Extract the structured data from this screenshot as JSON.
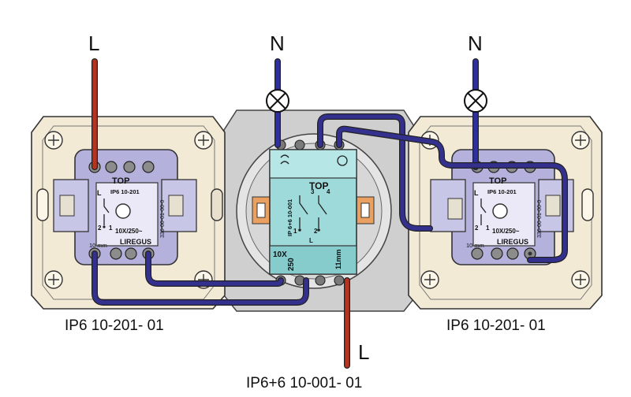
{
  "labels": {
    "line_left": "L",
    "neutral_left": "N",
    "neutral_right": "N",
    "line_bottom": "L"
  },
  "captions": {
    "left_switch": "IP6 10-201- 01",
    "right_switch": "IP6 10-201- 01",
    "center_switch": "IP6+6 10-001- 01"
  },
  "left_switch": {
    "brand": "LIREGUS",
    "model": "IP6 10-201",
    "rating": "10X/250~",
    "top_mark": "TOP",
    "l_mark": "L",
    "term_left": "2",
    "term_right": "1",
    "strip_length": "10 mm",
    "side_code": "336-00-01-00-0"
  },
  "right_switch": {
    "brand": "LIREGUS",
    "model": "IP6 10-201",
    "rating": "10X/250~",
    "top_mark": "TOP",
    "l_mark": "L",
    "term_left": "2",
    "term_right": "1",
    "strip_length": "10 mm",
    "side_code": "336-00-01-00-0"
  },
  "center_switch": {
    "top_mark": "TOP",
    "model": "IP 6+6 10-001",
    "rating_a": "10X",
    "rating_b": "250",
    "strip_length": "11mm",
    "t1": "1",
    "t2": "2",
    "t3": "3",
    "t4": "4",
    "l_mark": "L"
  },
  "colors": {
    "line_wire": "#b7321f",
    "neutral_wire": "#2e2fa0",
    "jumper_wire": "#34308e",
    "switch_body": "#9fdada",
    "frame": "#f3ead6",
    "mount_plate": "#c9c9c9",
    "mechanism": "#b4b2dc"
  }
}
